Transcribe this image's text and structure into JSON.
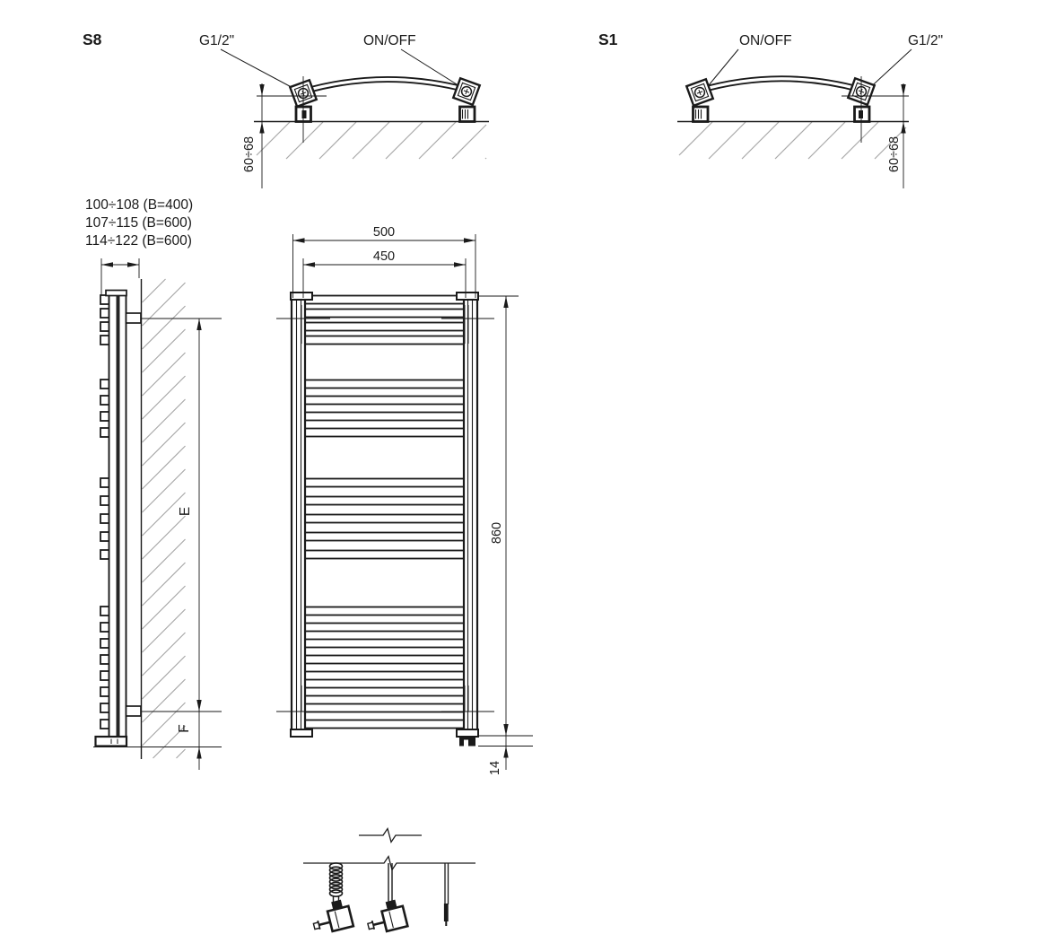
{
  "views": {
    "s8": {
      "model": "S8",
      "left_connection": "G1/2\"",
      "right_connection": "ON/OFF",
      "wall_distance": "60÷68"
    },
    "s1": {
      "model": "S1",
      "left_connection": "ON/OFF",
      "right_connection": "G1/2\"",
      "wall_distance": "60÷68"
    },
    "side": {
      "depth_variants": [
        "100÷108 (B=400)",
        "107÷115 (B=600)",
        "114÷122 (B=600)"
      ],
      "upper_bracket_dim": "E",
      "lower_bracket_dim": "F"
    },
    "front": {
      "overall_width": "500",
      "connection_spacing": "450",
      "overall_height": "860",
      "element_protrusion": "14"
    }
  },
  "radiator": {
    "tube_rows": [
      [
        334,
        349,
        364,
        379
      ],
      [
        428,
        446,
        464,
        482
      ],
      [
        538,
        558,
        578,
        598,
        618
      ],
      [
        681,
        699,
        717,
        735,
        753,
        771,
        789,
        807
      ]
    ]
  },
  "colors": {
    "line": "#1a1a1a",
    "hatch": "#a9a9a9",
    "background": "#ffffff"
  }
}
